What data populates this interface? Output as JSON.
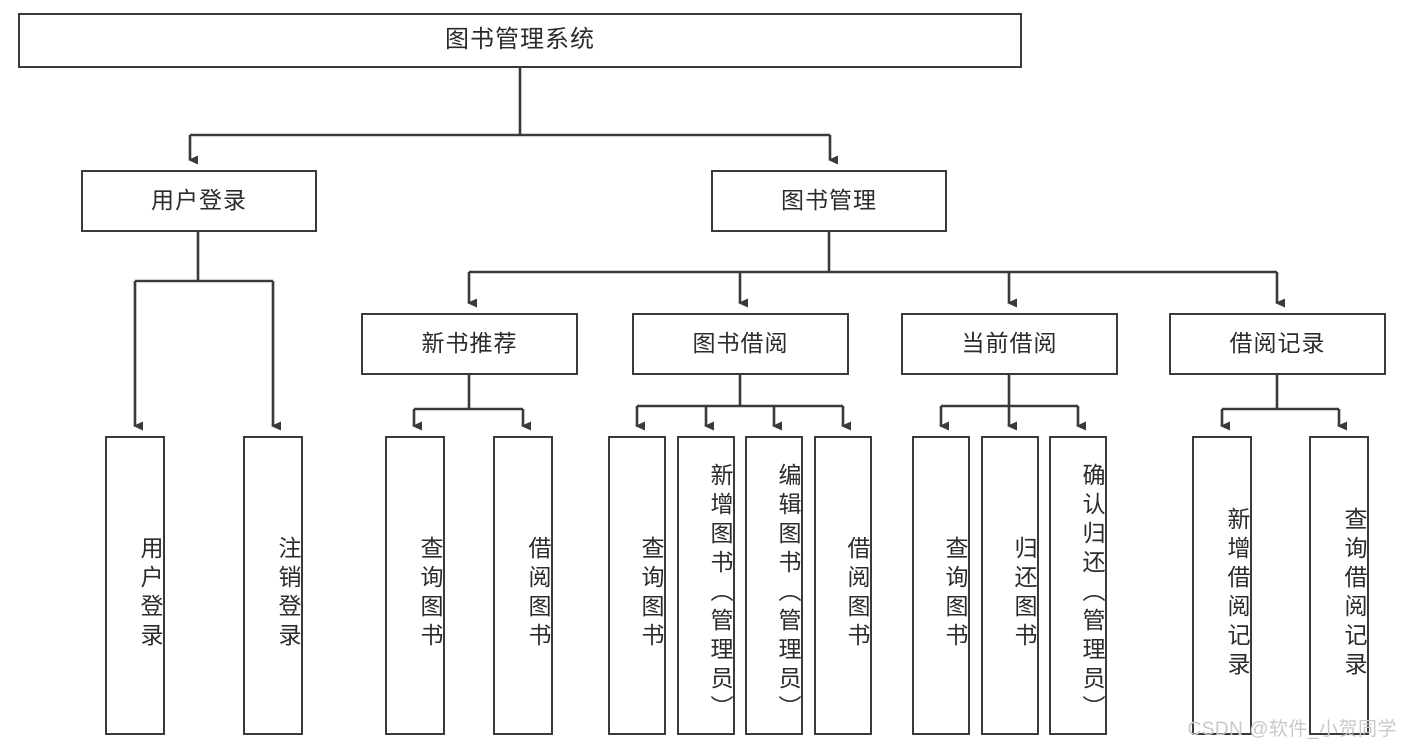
{
  "diagram": {
    "type": "tree-hierarchy-chart",
    "title": "图书管理系统",
    "watermark": "CSDN @软件_小贺同学",
    "colors": {
      "border": "#3a3a3a",
      "background": "#ffffff",
      "text": "#2b2b2b",
      "connector": "#3a3a3a",
      "watermark": "#c9c9c9"
    },
    "levels": {
      "root": {
        "label": "图书管理系统"
      },
      "level2": [
        {
          "label": "用户登录"
        },
        {
          "label": "图书管理"
        }
      ],
      "level3": [
        {
          "label": "新书推荐"
        },
        {
          "label": "图书借阅"
        },
        {
          "label": "当前借阅"
        },
        {
          "label": "借阅记录"
        }
      ],
      "leaves": [
        {
          "label": "用户登录",
          "parent": "用户登录"
        },
        {
          "label": "注销登录",
          "parent": "用户登录"
        },
        {
          "label": "查询图书",
          "parent": "新书推荐"
        },
        {
          "label": "借阅图书",
          "parent": "新书推荐"
        },
        {
          "label": "查询图书",
          "parent": "图书借阅"
        },
        {
          "label": "新增图书（管理员）",
          "parent": "图书借阅"
        },
        {
          "label": "编辑图书（管理员）",
          "parent": "图书借阅"
        },
        {
          "label": "借阅图书",
          "parent": "图书借阅"
        },
        {
          "label": "查询图书",
          "parent": "当前借阅"
        },
        {
          "label": "归还图书",
          "parent": "当前借阅"
        },
        {
          "label": "确认归还（管理员）",
          "parent": "当前借阅"
        },
        {
          "label": "新增借阅记录",
          "parent": "借阅记录"
        },
        {
          "label": "查询借阅记录",
          "parent": "借阅记录"
        }
      ]
    }
  }
}
